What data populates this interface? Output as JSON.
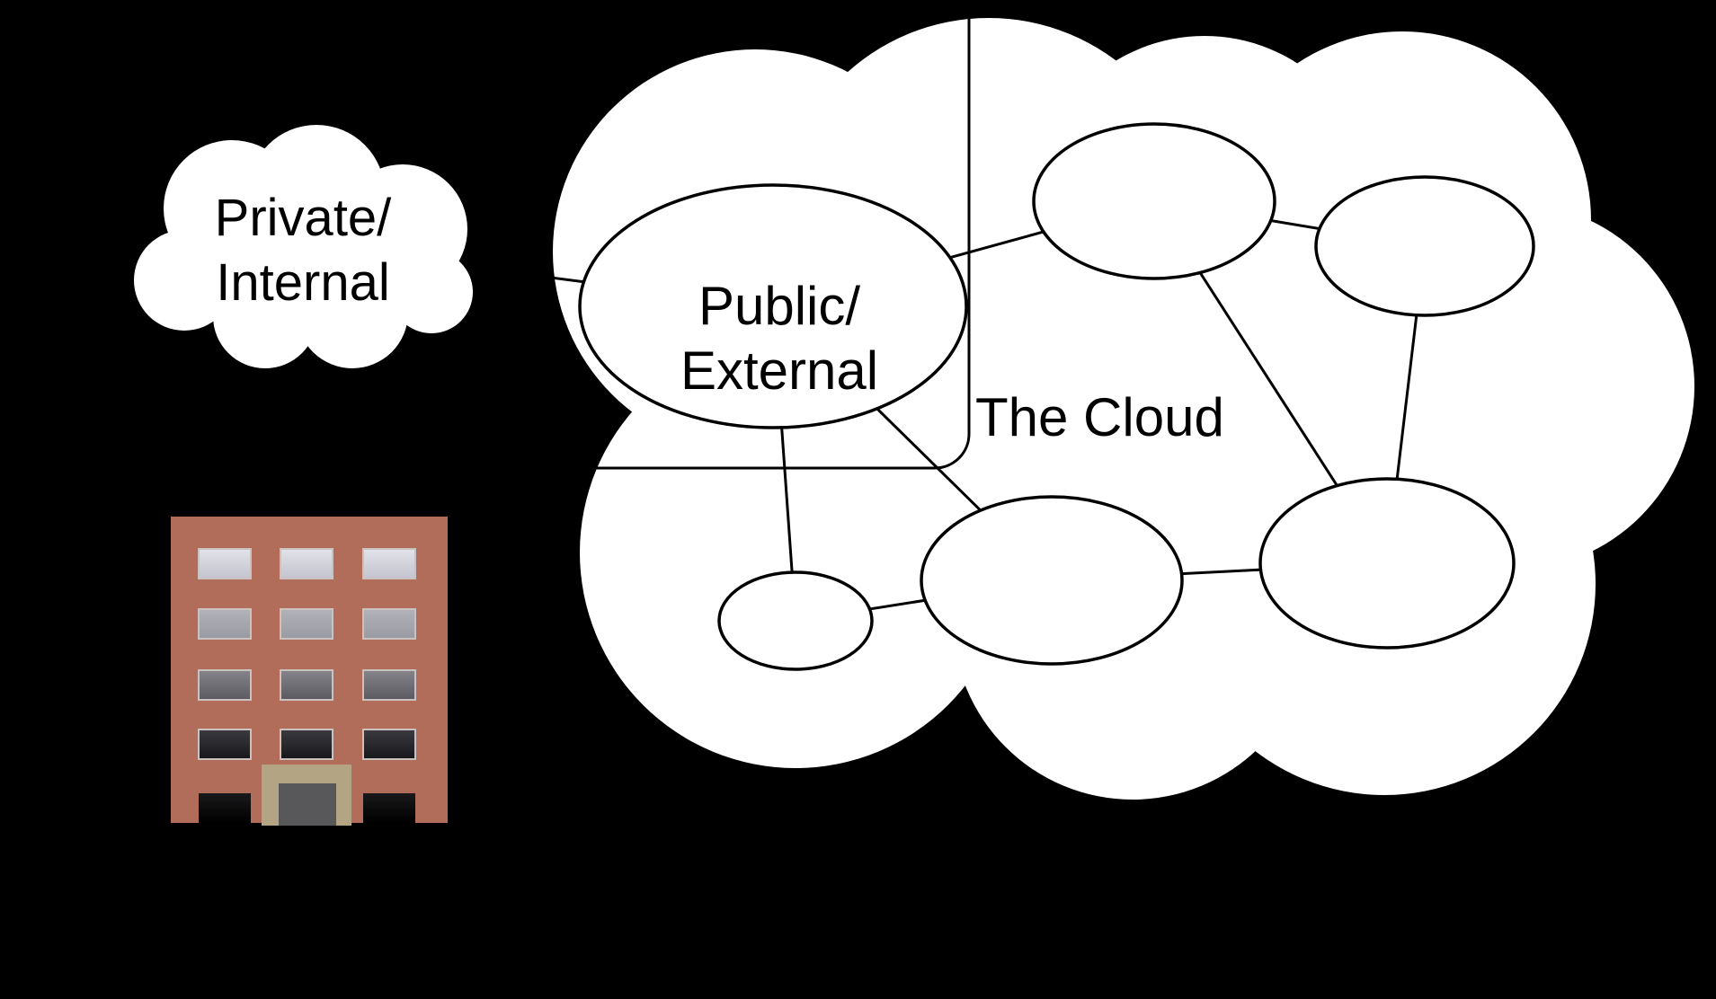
{
  "title": "Cloud computing network diagram",
  "background_color": "#000000",
  "colors": {
    "cloud_fill": "#ffffff",
    "line_stroke": "#000000",
    "text_color": "#000000"
  },
  "labels": {
    "private_cloud_line1": "Private/",
    "private_cloud_line2": "Internal",
    "public_node_line1": "Public/",
    "public_node_line2": "External",
    "big_cloud": "The Cloud"
  },
  "diagram": {
    "clouds": [
      {
        "name": "private-internal-cloud",
        "label": "Private/ Internal"
      },
      {
        "name": "the-cloud",
        "label": "The Cloud"
      }
    ],
    "nodes": [
      {
        "id": "public-external",
        "label": "Public/ External"
      },
      {
        "id": "node-top-middle",
        "label": ""
      },
      {
        "id": "node-top-right",
        "label": ""
      },
      {
        "id": "node-bottom-small",
        "label": ""
      },
      {
        "id": "node-bottom-middle",
        "label": ""
      },
      {
        "id": "node-bottom-right",
        "label": ""
      }
    ],
    "edges": [
      {
        "from": "cloud-left-boundary",
        "to": "public-external"
      },
      {
        "from": "public-external",
        "to": "node-top-middle"
      },
      {
        "from": "public-external",
        "to": "node-bottom-small"
      },
      {
        "from": "public-external",
        "to": "node-bottom-middle"
      },
      {
        "from": "node-top-middle",
        "to": "node-top-right"
      },
      {
        "from": "node-top-middle",
        "to": "node-bottom-right"
      },
      {
        "from": "node-top-right",
        "to": "node-bottom-right"
      },
      {
        "from": "node-bottom-small",
        "to": "node-bottom-middle"
      },
      {
        "from": "node-bottom-middle",
        "to": "node-bottom-right"
      }
    ],
    "boundary_box": "public-external zone rounded rectangle"
  },
  "building": {
    "body_color": "#B16D59",
    "door_frame_color": "#B3A583",
    "door_color": "#58585A",
    "window_border_color": "#C9C2BE",
    "window_rows": [
      {
        "top": "#E2E2EA",
        "bottom": "#C4C4D0"
      },
      {
        "top": "#B2B2BA",
        "bottom": "#9A9AA2"
      },
      {
        "top": "#84848A",
        "bottom": "#5A5A60"
      },
      {
        "top": "#3A3A40",
        "bottom": "#17171B"
      }
    ],
    "opening": {
      "top": "#1A1A1C",
      "bottom": "#000000"
    }
  }
}
